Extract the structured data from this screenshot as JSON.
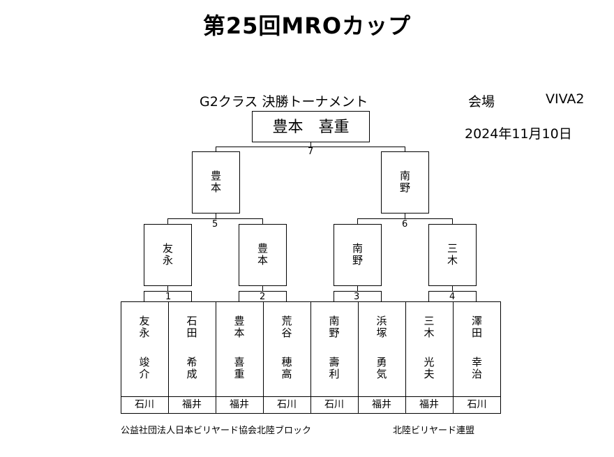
{
  "title": "第25回MROカップ",
  "tournament": "G2クラス 決勝トーナメント",
  "venue_label": "会場",
  "venue": "VIVA2",
  "date": "2024年11月10日",
  "champion": "豊本　喜重",
  "final": {
    "match_no": "7",
    "left": "豊本",
    "right": "南野"
  },
  "semis": [
    {
      "match_no": "5",
      "left": "友永",
      "right": "豊本"
    },
    {
      "match_no": "6",
      "left": "南野",
      "right": "三木"
    }
  ],
  "quarter_numbers": [
    "1",
    "2",
    "3",
    "4"
  ],
  "players": [
    {
      "surname": "友永",
      "given": "竣介",
      "pref": "石川"
    },
    {
      "surname": "石田",
      "given": "希成",
      "pref": "福井"
    },
    {
      "surname": "豊本",
      "given": "喜重",
      "pref": "福井"
    },
    {
      "surname": "荒谷",
      "given": "穂高",
      "pref": "石川"
    },
    {
      "surname": "南野",
      "given": "壽利",
      "pref": "石川"
    },
    {
      "surname": "浜塚",
      "given": "勇気",
      "pref": "福井"
    },
    {
      "surname": "三木",
      "given": "光夫",
      "pref": "福井"
    },
    {
      "surname": "澤田",
      "given": "幸治",
      "pref": "石川"
    }
  ],
  "footer_left": "公益社団法人日本ビリヤード協会北陸ブロック",
  "footer_right": "北陸ビリヤード連盟"
}
